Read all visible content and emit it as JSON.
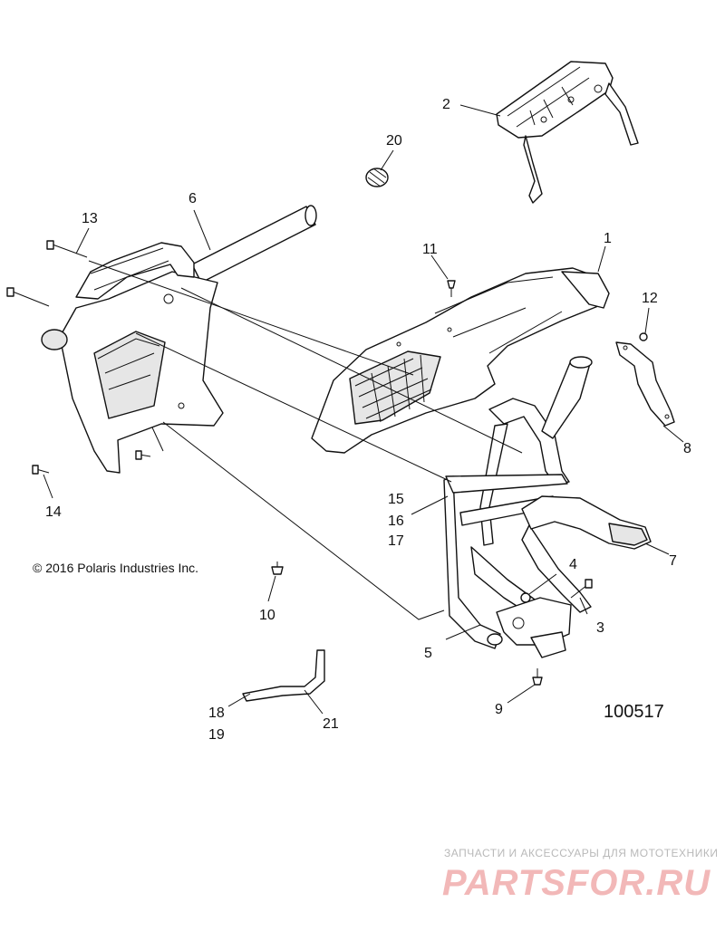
{
  "diagram": {
    "callouts": [
      "1",
      "2",
      "3",
      "4",
      "5",
      "6",
      "7",
      "8",
      "9",
      "10",
      "11",
      "12",
      "13",
      "14",
      "15",
      "16",
      "17",
      "18",
      "19",
      "20",
      "21"
    ],
    "copyright": "© 2016 Polaris Industries Inc.",
    "diagram_id": "100517"
  },
  "watermark": {
    "caption": "ЗАПЧАСТИ И АКСЕССУАРЫ ДЛЯ МОТОТЕХНИКИ",
    "logo_text": "PARTSFOR.RU",
    "color": "#e03a3a"
  }
}
